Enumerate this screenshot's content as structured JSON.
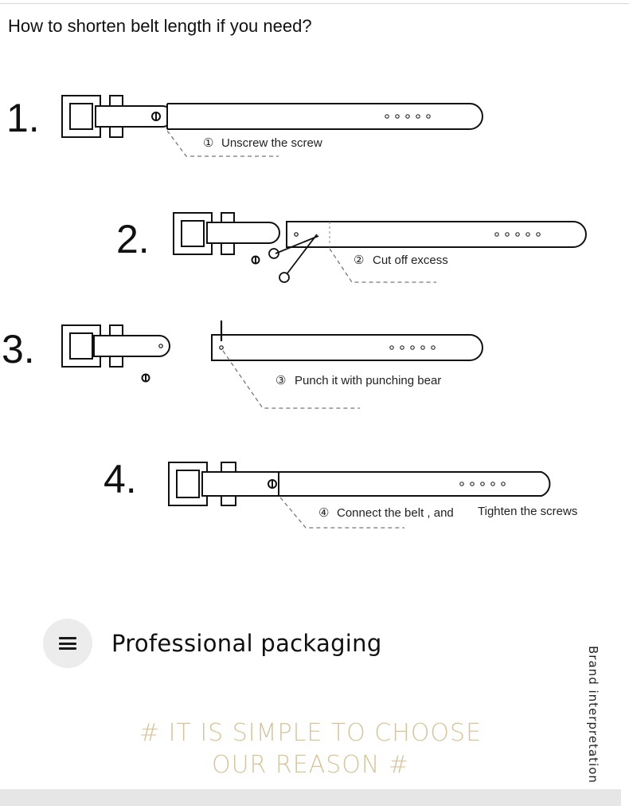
{
  "page": {
    "title": "How to shorten belt length if you need?"
  },
  "steps": [
    {
      "number": "1.",
      "circled": "①",
      "caption": "Unscrew the screw"
    },
    {
      "number": "2.",
      "circled": "②",
      "caption": "Cut off excess"
    },
    {
      "number": "3.",
      "circled": "③",
      "caption": "Punch it with punching bear"
    },
    {
      "number": "4.",
      "circled": "④",
      "caption": "Connect the belt , and",
      "caption_extra": "Tighten the screws"
    }
  ],
  "packaging": {
    "icon": "menu-icon",
    "title": "Professional packaging"
  },
  "slogan": {
    "line1": "# IT IS SIMPLE TO CHOOSE",
    "line2": "OUR REASON #",
    "color": "#d8c49a"
  },
  "side_label": "Brand interpretation"
}
